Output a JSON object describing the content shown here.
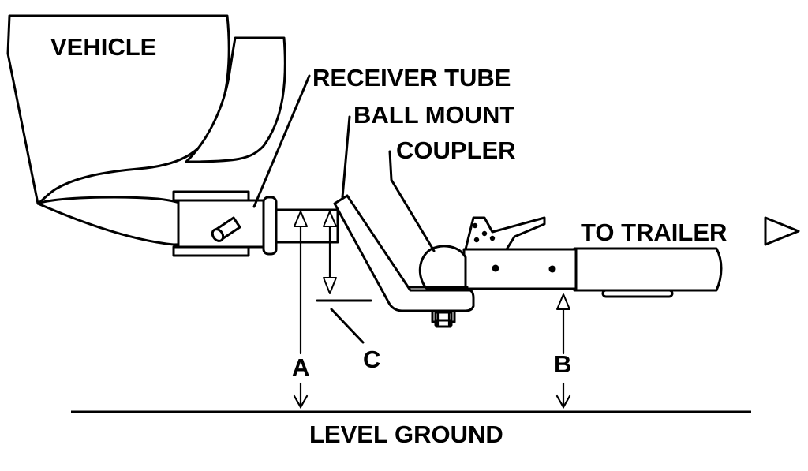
{
  "labels": {
    "vehicle": "VEHICLE",
    "receiver_tube": "RECEIVER TUBE",
    "ball_mount": "BALL MOUNT",
    "coupler": "COUPLER",
    "to_trailer": "TO TRAILER",
    "level_ground": "LEVEL GROUND",
    "dim_a": "A",
    "dim_b": "B",
    "dim_c": "C"
  },
  "colors": {
    "ink": "#000000",
    "paper": "#ffffff"
  },
  "icons": {
    "to_trailer_arrow": "right-triangle-arrow-icon"
  }
}
